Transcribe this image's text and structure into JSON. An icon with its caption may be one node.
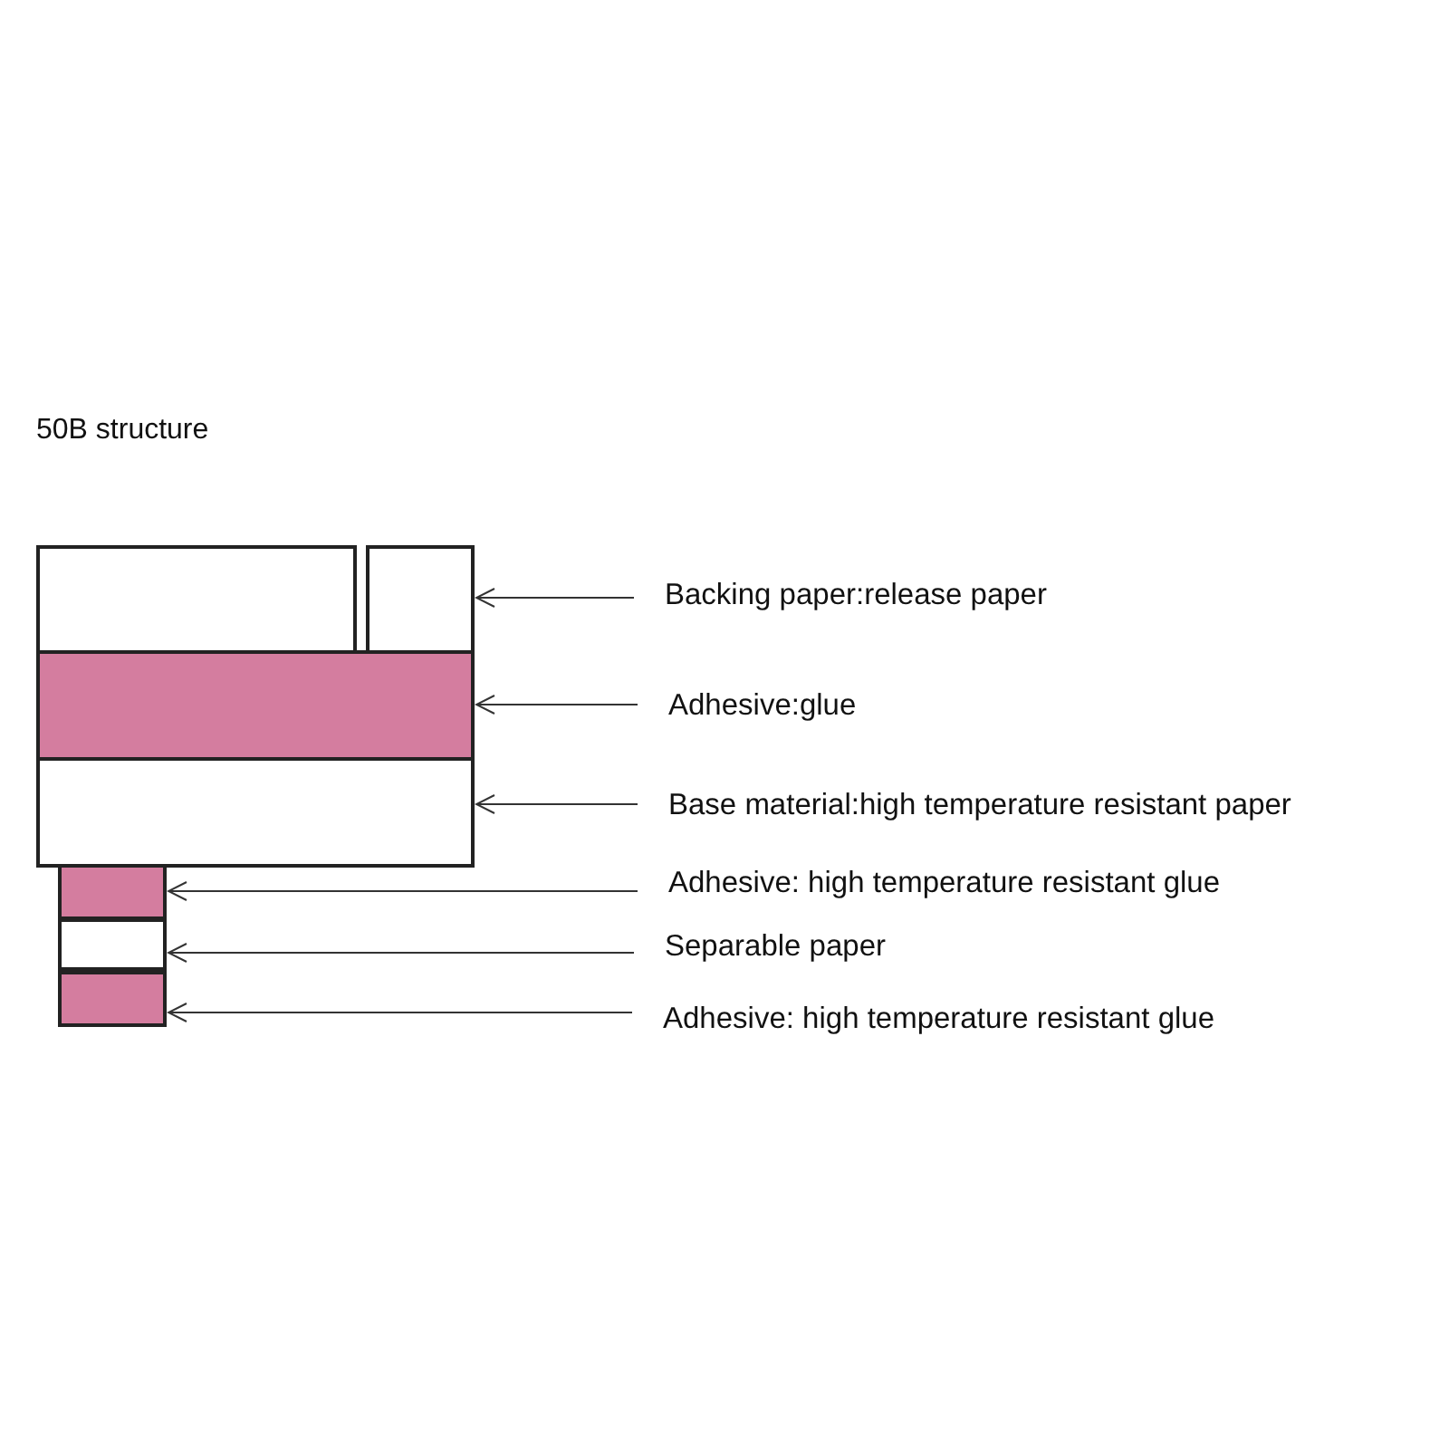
{
  "diagram": {
    "title": "50B structure",
    "nodes": [
      {
        "text": [],
        "shape": "box"
      },
      {
        "text": [],
        "shape": "box"
      },
      {
        "text": [],
        "shape": "box"
      },
      {
        "text": [],
        "shape": "box"
      },
      {
        "text": [],
        "shape": "box"
      },
      {
        "text": [],
        "shape": "box"
      },
      {
        "text": [],
        "shape": "box"
      },
      {
        "text": [
          "Backing paper:release paper"
        ]
      },
      {
        "text": [
          "Adhesive:glue"
        ]
      },
      {
        "text": [
          "Base material:high temperature resistant paper"
        ]
      },
      {
        "text": [
          "Adhesive: high temperature resistant glue"
        ]
      },
      {
        "text": [
          "Separable paper"
        ]
      },
      {
        "text": [
          "Adhesive: high temperature resistant glue"
        ]
      }
    ],
    "edges": [
      {
        "from": 7,
        "to": 1,
        "arrow": "to"
      },
      {
        "from": 8,
        "to": 2,
        "arrow": "to"
      },
      {
        "from": 9,
        "to": 3,
        "arrow": "to"
      },
      {
        "from": 10,
        "to": 4,
        "arrow": "to"
      },
      {
        "from": 11,
        "to": 5,
        "arrow": "to"
      },
      {
        "from": 12,
        "to": 6,
        "arrow": "to"
      }
    ]
  }
}
